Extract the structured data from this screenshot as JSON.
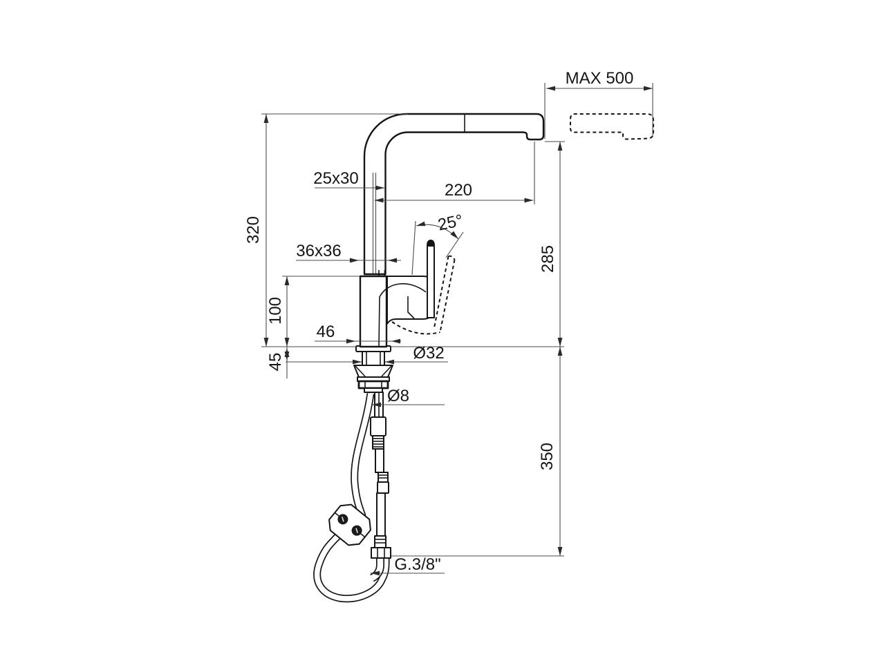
{
  "drawing": {
    "dimensions": {
      "max_pullout": "MAX 500",
      "spout_reach": "220",
      "spout_tube_section": "25x30",
      "height_to_spout_top": "320",
      "handle_angle": "25°",
      "outlet_height": "285",
      "body_section": "36x36",
      "body_height": "100",
      "base_width": "46",
      "shank_diameter": "Ø32",
      "deck_thickness": "45",
      "hose_diameter": "Ø8",
      "below_deck_length": "350",
      "supply_thread": "G.3/8\""
    },
    "colors": {
      "line": "#151515",
      "dimension_line": "#4a4a4a",
      "background": "#ffffff"
    }
  }
}
